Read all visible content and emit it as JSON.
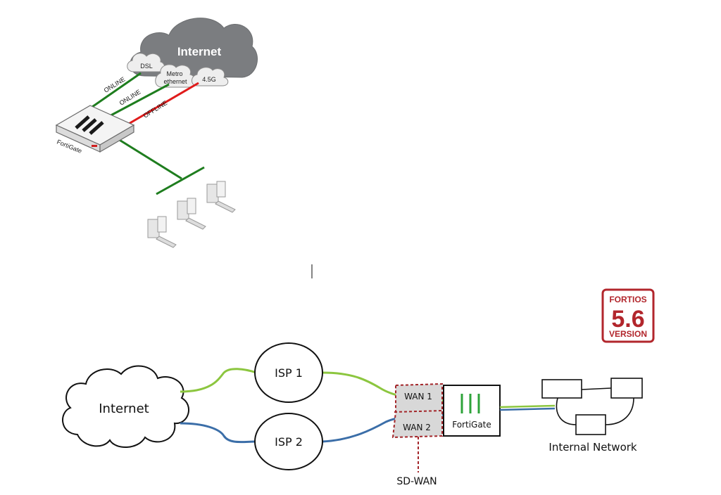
{
  "top_diagram": {
    "cloud_label": "Internet",
    "isp_clouds": [
      "DSL",
      "Metro ethernet",
      "4.5G"
    ],
    "links": [
      {
        "label": "ONLINE",
        "color": "#1e7d1e"
      },
      {
        "label": "ONLINE",
        "color": "#1e7d1e"
      },
      {
        "label": "OFFLINE",
        "color": "#e01b1b"
      }
    ],
    "device_label": "FortiGate"
  },
  "badge": {
    "line1": "FORTIOS",
    "line2": "5.6",
    "line3": "VERSION",
    "color": "#b2262c"
  },
  "bottom_diagram": {
    "cloud_label": "Internet",
    "isp1": "ISP 1",
    "isp2": "ISP 2",
    "wan1": "WAN 1",
    "wan2": "WAN 2",
    "device_label": "FortiGate",
    "sdwan_label": "SD-WAN",
    "network_label": "Internal Network",
    "green": "#8cc63f",
    "blue": "#3b6ea8",
    "dashed": "#a3262a"
  }
}
